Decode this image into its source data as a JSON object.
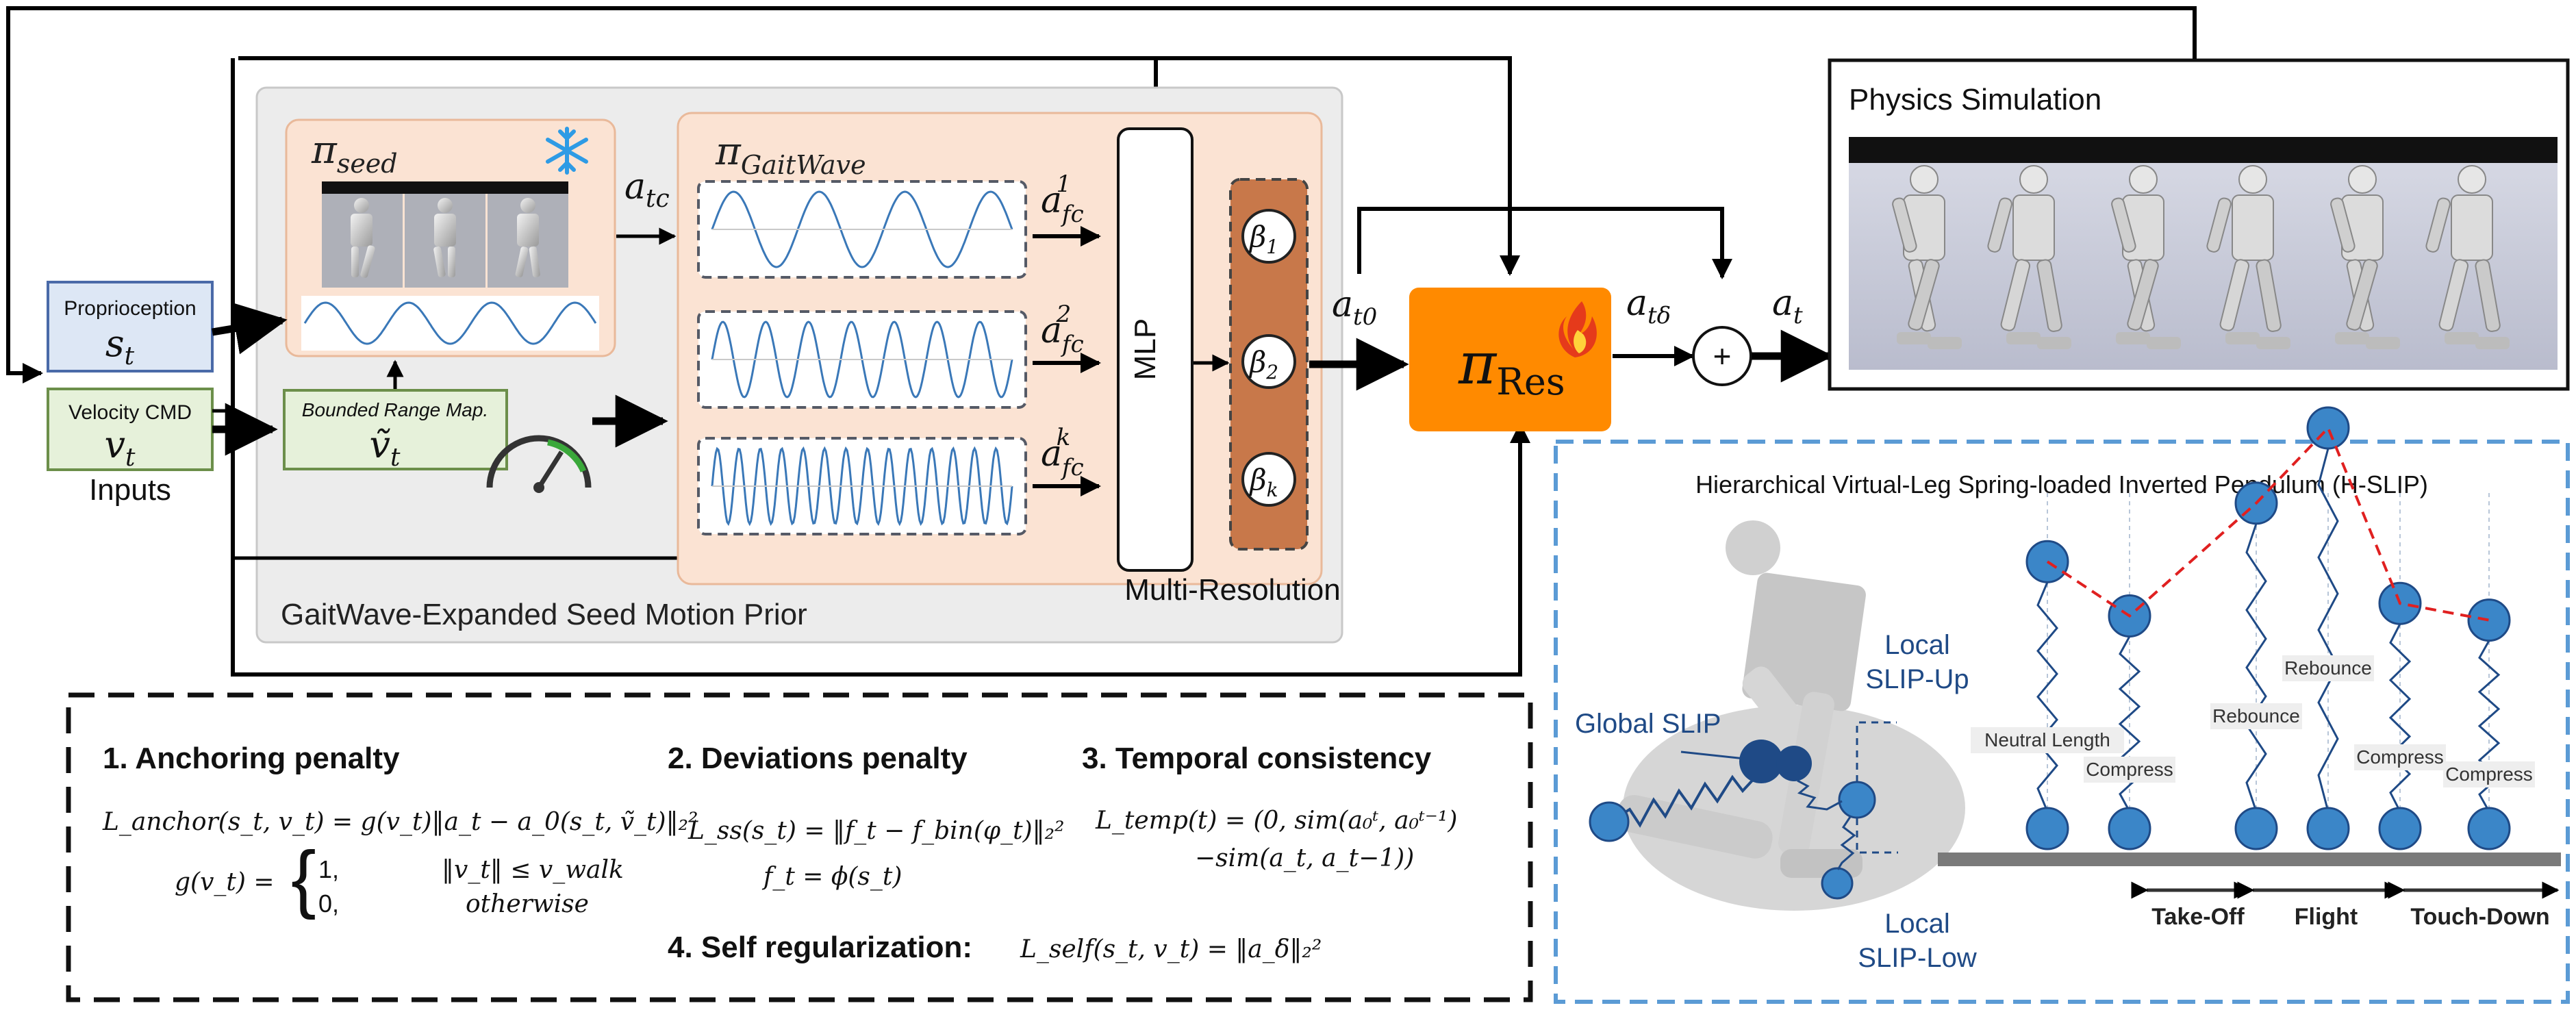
{
  "inputs": {
    "proprio_label": "Proprioception",
    "proprio_symbol": "s",
    "proprio_sub": "t",
    "velocity_label": "Velocity CMD",
    "velocity_symbol": "v",
    "velocity_sub": "t",
    "caption": "Inputs"
  },
  "bounded_map": {
    "label": "Bounded Range Map.",
    "symbol": "ṽ",
    "sub": "t"
  },
  "seed": {
    "symbol": "π",
    "sub": "seed",
    "output": "a",
    "output_sub": "tc"
  },
  "gaitwave": {
    "symbol": "π",
    "sub": "GaitWave",
    "outputs": [
      {
        "base": "a",
        "sup": "1",
        "sub": "fc"
      },
      {
        "base": "a",
        "sup": "2",
        "sub": "fc"
      },
      {
        "base": "a",
        "sup": "k",
        "sub": "fc"
      }
    ]
  },
  "mlp": {
    "label": "MLP"
  },
  "betas": [
    {
      "base": "β",
      "sub": "1"
    },
    {
      "base": "β",
      "sub": "2"
    },
    {
      "base": "β",
      "sub": "k"
    }
  ],
  "multi_resolution": "Multi-Resolution",
  "prior_caption": "GaitWave-Expanded Seed Motion Prior",
  "signals": {
    "at0_base": "a",
    "at0_sub": "t0",
    "atd_base": "a",
    "atd_sub": "tδ",
    "at_base": "a",
    "at_sub": "t",
    "plus": "+"
  },
  "residual": {
    "symbol": "π",
    "sub": "Res"
  },
  "physics": {
    "title": "Physics Simulation"
  },
  "hslip": {
    "title": "Hierarchical Virtual-Leg Spring-loaded Inverted Pendulum (H-SLIP)",
    "global": "Global SLIP",
    "local_up_1": "Local",
    "local_up_2": "SLIP-Up",
    "local_low_1": "Local",
    "local_low_2": "SLIP-Low",
    "phase_labels": [
      "Neutral Length",
      "Compress",
      "Rebounce",
      "Rebounce",
      "Compress",
      "Compress"
    ],
    "phases": [
      "Take-Off",
      "Flight",
      "Touch-Down"
    ],
    "mass_heights": [
      0.68,
      0.55,
      0.82,
      1.0,
      0.58,
      0.54
    ]
  },
  "losses": {
    "l1_title": "1.   Anchoring penalty",
    "l1_eq1": "L_anchor(s_t, v_t) = g(v_t)‖a_t − a_0(s_t, ṽ_t)‖₂²",
    "l1_eq2_lhs": "g(v_t) =",
    "l1_case1_val": "1,",
    "l1_case1_cond": "‖v_t‖ ≤ v_walk",
    "l1_case2_val": "0,",
    "l1_case2_cond": "otherwise",
    "l2_title": "2. Deviations penalty",
    "l2_eq1": "L_ss(s_t) = ‖f_t − f_bin(φ_t)‖₂²",
    "l2_eq2": "f_t = ϕ(s_t)",
    "l3_title": "3. Temporal consistency",
    "l3_eq1": "L_temp(t) = (0, sim(a₀ᵗ, a₀ᵗ⁻¹)",
    "l3_eq2": "−sim(a_t, a_t−1))",
    "l4_title": "4. Self regularization",
    "l4_colon": ":",
    "l4_eq": "L_self(s_t, v_t) = ‖a_δ‖₂²"
  },
  "colors": {
    "orange": "#ff8a00",
    "peach": "#fbe3d3",
    "peach_border": "#e9b99a",
    "gray_panel": "#ececec",
    "blue_box": "#dde7f5",
    "blue_border": "#4a6aa8",
    "green_box": "#e6f1da",
    "green_border": "#6c8f4a",
    "beta_fill": "#c8784a",
    "wave": "#3a78b8",
    "slip_blue": "#3b86c8",
    "dashed_blue": "#5b9bd5"
  }
}
